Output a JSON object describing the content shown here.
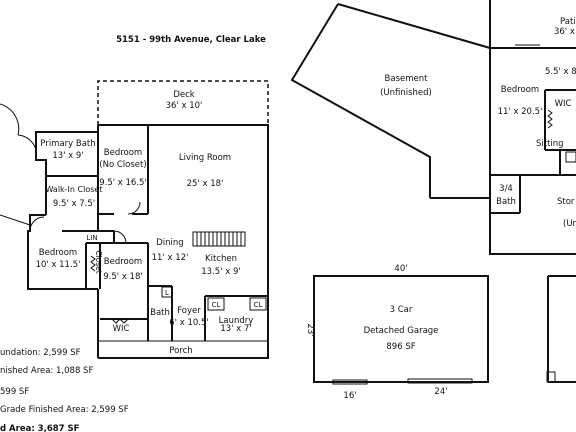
{
  "title": "5151 - 99th Avenue, Clear Lake",
  "rooms": {
    "deck": {
      "name": "Deck",
      "size": "36' x 10'"
    },
    "primary_bath": {
      "name": "Primary Bath",
      "size": "13' x 9'"
    },
    "bedroom_no_closet": {
      "name": "Bedroom",
      "note": "(No Closet)",
      "size": "9.5' x 16.5'"
    },
    "living_room": {
      "name": "Living Room",
      "size": "25' x 18'"
    },
    "walk_in_closet": {
      "name": "Walk-In Closet",
      "size": "9.5' x 7.5'"
    },
    "bedroom_left": {
      "name": "Bedroom",
      "size": "10' x 11.5'"
    },
    "lin": "LIN",
    "closet": "Closet",
    "bedroom_mid": {
      "name": "Bedroom",
      "size": "9.5' x 18'"
    },
    "dining": {
      "name": "Dining",
      "size": "11' x 12'"
    },
    "kitchen": {
      "name": "Kitchen",
      "size": "13.5' x 9'"
    },
    "l": "L",
    "bath": "Bath",
    "foyer": {
      "name": "Foyer",
      "size": "6' x 10.5'"
    },
    "laundry": {
      "name": "Laundry",
      "size": "13' x 7'"
    },
    "cl_1": "CL",
    "cl_2": "CL",
    "wic": "WIC",
    "porch": "Porch",
    "basement": {
      "name": "Basement",
      "note": "(Unfinished)"
    },
    "patio": {
      "name": "Pati",
      "size": "36' x 1"
    },
    "sitting": {
      "name": "Sitting",
      "size": "5.5' x 8"
    },
    "bedroom_lower": {
      "name": "Bedroom",
      "size": "11' x 20.5'"
    },
    "wic_lower": "WIC",
    "bath_34": {
      "name": "3/4",
      "sub": "Bath"
    },
    "storage": {
      "name": "Stor",
      "sub": "(Un"
    },
    "garage": {
      "name": "3 Car",
      "sub": "Detached Garage",
      "size": "896 SF"
    }
  },
  "garage_dims": {
    "top": "40'",
    "left": "23'",
    "bottom_a": "16'",
    "bottom_b": "24'"
  },
  "summary": [
    "undation: 2,599 SF",
    "nished Area: 1,088 SF",
    "599 SF",
    "Grade Finished Area: 2,599 SF",
    "d Area: 3,687 SF"
  ]
}
